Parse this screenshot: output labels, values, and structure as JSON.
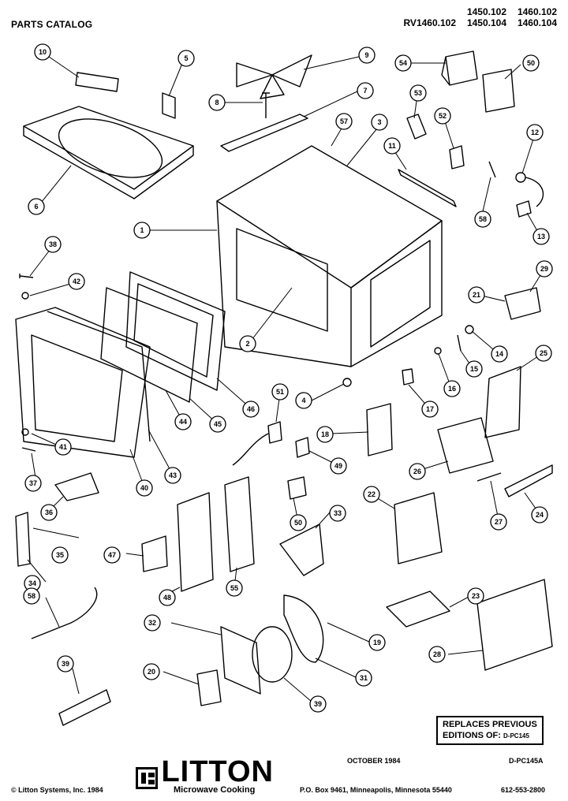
{
  "header": {
    "title": "PARTS CATALOG",
    "models_row1": [
      "1450.102",
      "1460.102"
    ],
    "models_row2": [
      "RV1460.102",
      "1450.104",
      "1460.104"
    ]
  },
  "callouts": [
    "10",
    "5",
    "9",
    "54",
    "50",
    "8",
    "7",
    "53",
    "52",
    "6",
    "57",
    "3",
    "11",
    "12",
    "58",
    "13",
    "1",
    "38",
    "42",
    "2",
    "29",
    "21",
    "14",
    "15",
    "16",
    "25",
    "4",
    "17",
    "51",
    "46",
    "45",
    "44",
    "43",
    "18",
    "41",
    "49",
    "26",
    "37",
    "40",
    "27",
    "36",
    "50",
    "33",
    "22",
    "24",
    "35",
    "47",
    "48",
    "55",
    "34",
    "58",
    "23",
    "28",
    "32",
    "19",
    "31",
    "20",
    "39",
    "39"
  ],
  "replaces": {
    "line1": "REPLACES PREVIOUS",
    "line2": "EDITIONS OF:",
    "code": "D-PC145"
  },
  "footer": {
    "date": "OCTOBER 1984",
    "doc_code": "D-PC145A",
    "copyright": "© Litton Systems, Inc. 1984",
    "logo_word": "LITTON",
    "logo_sub": "Microwave Cooking",
    "address": "P.O. Box 9461, Minneapolis, Minnesota 55440",
    "phone": "612-553-2800"
  }
}
